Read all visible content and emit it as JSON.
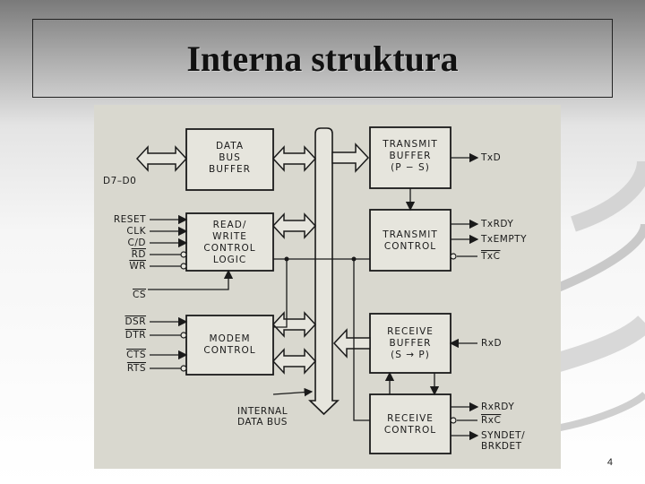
{
  "slide": {
    "title": "Interna struktura",
    "page_number": "4"
  },
  "diagram": {
    "blocks": {
      "data_bus_buffer": [
        "DATA",
        "BUS",
        "BUFFER"
      ],
      "read_write_control": [
        "READ/",
        "WRITE",
        "CONTROL",
        "LOGIC"
      ],
      "modem_control": [
        "MODEM",
        "CONTROL"
      ],
      "transmit_buffer": [
        "TRANSMIT",
        "BUFFER",
        "(P − S)"
      ],
      "transmit_control": [
        "TRANSMIT",
        "CONTROL"
      ],
      "receive_buffer": [
        "RECEIVE",
        "BUFFER",
        "(S → P)"
      ],
      "receive_control": [
        "RECEIVE",
        "CONTROL"
      ]
    },
    "left_pins": {
      "data": "D7–D0",
      "reset": "RESET",
      "clk": "CLK",
      "cd": "C/D",
      "rd": "RD",
      "wr": "WR",
      "cs": "CS",
      "dsr": "DSR",
      "dtr": "DTR",
      "cts": "CTS",
      "rts": "RTS"
    },
    "right_pins": {
      "txd": "TxD",
      "txrdy": "TxRDY",
      "txempty": "TxEMPTY",
      "txc": "TxC",
      "rxd": "RxD",
      "rxrdy": "RxRDY",
      "rxc": "RxC",
      "syndet": [
        "SYNDET/",
        "BRKDET"
      ]
    },
    "bus_label": [
      "INTERNAL",
      "DATA BUS"
    ]
  },
  "colors": {
    "figure_background": "#d9d8cf",
    "ink": "#1a1a1a",
    "block_fill": "#e6e5dd"
  }
}
